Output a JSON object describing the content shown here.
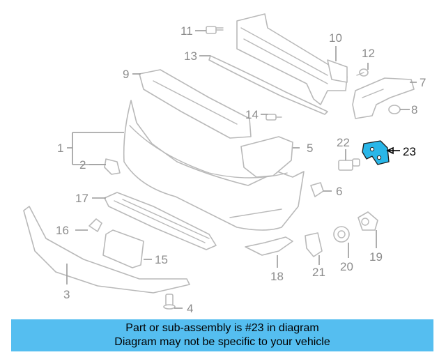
{
  "callouts": {
    "c1": "1",
    "c2": "2",
    "c3": "3",
    "c4": "4",
    "c5": "5",
    "c6": "6",
    "c7": "7",
    "c8": "8",
    "c9": "9",
    "c10": "10",
    "c11": "11",
    "c12": "12",
    "c13": "13",
    "c14": "14",
    "c15": "15",
    "c16": "16",
    "c17": "17",
    "c18": "18",
    "c19": "19",
    "c20": "20",
    "c21": "21",
    "c22": "22",
    "c23": "23"
  },
  "highlight": {
    "part_number": "23",
    "color": "#29b6e8"
  },
  "banner": {
    "line1": "Part or sub-assembly is #23 in diagram",
    "line2": "Diagram may not be specific to your vehicle",
    "background": "#55bef0"
  }
}
